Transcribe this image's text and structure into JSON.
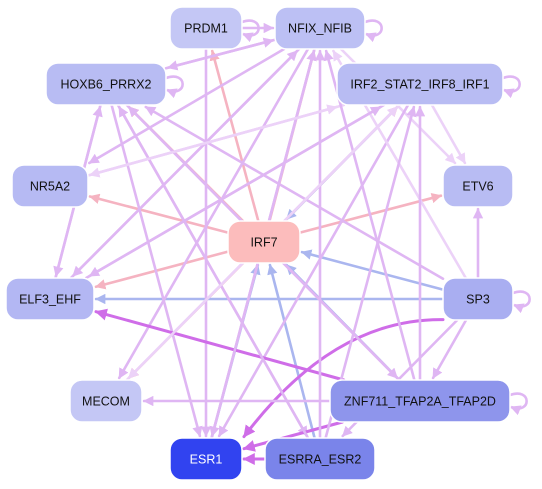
{
  "colors": {
    "pink_edge": "#f5b3c1",
    "violet_edge": "#dfb6f3",
    "lavender_edge": "#ecd2f8",
    "blue_edge": "#aab6ef",
    "magenta_edge": "#cf6de8",
    "node_stroke": "#ffffff"
  },
  "nodes": [
    {
      "id": "prdm1",
      "label": "PRDM1",
      "fill": "#c4c7f5",
      "text": "#111111"
    },
    {
      "id": "nfix",
      "label": "NFIX_NFIB",
      "fill": "#bcc0f4",
      "text": "#111111"
    },
    {
      "id": "hoxb6",
      "label": "HOXB6_PRRX2",
      "fill": "#b8bcf3",
      "text": "#111111"
    },
    {
      "id": "irf2",
      "label": "IRF2_STAT2_IRF8_IRF1",
      "fill": "#b8bcf3",
      "text": "#111111"
    },
    {
      "id": "nr5a2",
      "label": "NR5A2",
      "fill": "#b6baf3",
      "text": "#111111"
    },
    {
      "id": "etv6",
      "label": "ETV6",
      "fill": "#b8bcf3",
      "text": "#111111"
    },
    {
      "id": "irf7",
      "label": "IRF7",
      "fill": "#fcbcbc",
      "text": "#111111"
    },
    {
      "id": "elf3",
      "label": "ELF3_EHF",
      "fill": "#b3b7f3",
      "text": "#111111"
    },
    {
      "id": "sp3",
      "label": "SP3",
      "fill": "#a9aef1",
      "text": "#111111"
    },
    {
      "id": "mecom",
      "label": "MECOM",
      "fill": "#c4c7f5",
      "text": "#111111"
    },
    {
      "id": "znf711",
      "label": "ZNF711_TFAP2A_TFAP2D",
      "fill": "#8e95ec",
      "text": "#111111"
    },
    {
      "id": "esr1",
      "label": "ESR1",
      "fill": "#3143f0",
      "text": "#ffffff"
    },
    {
      "id": "esrra",
      "label": "ESRRA_ESR2",
      "fill": "#7a84ea",
      "text": "#111111"
    }
  ],
  "edges": [
    {
      "from": "irf7",
      "to": "prdm1",
      "color": "pink_edge"
    },
    {
      "from": "irf7",
      "to": "nfix",
      "color": "pink_edge"
    },
    {
      "from": "irf7",
      "to": "hoxb6",
      "color": "pink_edge"
    },
    {
      "from": "irf7",
      "to": "irf2",
      "color": "pink_edge"
    },
    {
      "from": "irf7",
      "to": "nr5a2",
      "color": "pink_edge"
    },
    {
      "from": "irf7",
      "to": "etv6",
      "color": "pink_edge"
    },
    {
      "from": "irf7",
      "to": "elf3",
      "color": "pink_edge"
    },
    {
      "from": "irf7",
      "to": "mecom",
      "color": "pink_edge"
    },
    {
      "from": "irf2",
      "to": "irf7",
      "color": "blue_edge"
    },
    {
      "from": "sp3",
      "to": "irf7",
      "color": "blue_edge"
    },
    {
      "from": "sp3",
      "to": "elf3",
      "color": "blue_edge"
    },
    {
      "from": "znf711",
      "to": "irf7",
      "color": "blue_edge"
    },
    {
      "from": "esr1",
      "to": "irf7",
      "color": "blue_edge"
    },
    {
      "from": "esrra",
      "to": "irf7",
      "color": "blue_edge"
    },
    {
      "from": "nfix",
      "to": "hoxb6",
      "color": "violet_edge"
    },
    {
      "from": "nfix",
      "to": "nr5a2",
      "color": "violet_edge"
    },
    {
      "from": "nfix",
      "to": "elf3",
      "color": "violet_edge"
    },
    {
      "from": "nfix",
      "to": "mecom",
      "color": "violet_edge"
    },
    {
      "from": "nfix",
      "to": "esr1",
      "color": "violet_edge"
    },
    {
      "from": "nfix",
      "to": "etv6",
      "color": "lavender_edge"
    },
    {
      "from": "hoxb6",
      "to": "nfix",
      "color": "violet_edge"
    },
    {
      "from": "hoxb6",
      "to": "esr1",
      "color": "violet_edge"
    },
    {
      "from": "hoxb6",
      "to": "esrra",
      "color": "violet_edge"
    },
    {
      "from": "hoxb6",
      "to": "znf711",
      "color": "violet_edge"
    },
    {
      "from": "hoxb6",
      "to": "elf3",
      "color": "violet_edge"
    },
    {
      "from": "irf2",
      "to": "nr5a2",
      "color": "lavender_edge"
    },
    {
      "from": "irf2",
      "to": "elf3",
      "color": "violet_edge"
    },
    {
      "from": "irf2",
      "to": "mecom",
      "color": "lavender_edge"
    },
    {
      "from": "irf2",
      "to": "esr1",
      "color": "violet_edge"
    },
    {
      "from": "irf2",
      "to": "etv6",
      "color": "lavender_edge"
    },
    {
      "from": "prdm1",
      "to": "esr1",
      "color": "violet_edge"
    },
    {
      "from": "prdm1",
      "to": "nfix",
      "color": "violet_edge"
    },
    {
      "from": "sp3",
      "to": "etv6",
      "color": "violet_edge"
    },
    {
      "from": "sp3",
      "to": "znf711",
      "color": "violet_edge"
    },
    {
      "from": "sp3",
      "to": "hoxb6",
      "color": "violet_edge"
    },
    {
      "from": "sp3",
      "to": "esrra",
      "color": "violet_edge"
    },
    {
      "from": "sp3",
      "to": "nfix",
      "color": "lavender_edge"
    },
    {
      "from": "sp3",
      "to": "esr1",
      "color": "magenta_edge",
      "curve": true
    },
    {
      "from": "znf711",
      "to": "elf3",
      "color": "magenta_edge"
    },
    {
      "from": "znf711",
      "to": "mecom",
      "color": "violet_edge"
    },
    {
      "from": "znf711",
      "to": "esr1",
      "color": "magenta_edge"
    },
    {
      "from": "znf711",
      "to": "irf2",
      "color": "violet_edge"
    },
    {
      "from": "znf711",
      "to": "nfix",
      "color": "violet_edge"
    },
    {
      "from": "znf711",
      "to": "hoxb6",
      "color": "violet_edge"
    },
    {
      "from": "esrra",
      "to": "esr1",
      "color": "magenta_edge"
    },
    {
      "from": "esrra",
      "to": "nfix",
      "color": "violet_edge"
    },
    {
      "from": "esrra",
      "to": "irf2",
      "color": "violet_edge"
    },
    {
      "from": "esrra",
      "to": "hoxb6",
      "color": "violet_edge"
    },
    {
      "from": "elf3",
      "to": "nfix",
      "color": "violet_edge"
    },
    {
      "from": "elf3",
      "to": "irf2",
      "color": "violet_edge"
    },
    {
      "from": "elf3",
      "to": "hoxb6",
      "color": "violet_edge"
    },
    {
      "from": "esr1",
      "to": "nfix",
      "color": "violet_edge"
    },
    {
      "from": "mecom",
      "to": "irf2",
      "color": "lavender_edge"
    },
    {
      "from": "nr5a2",
      "to": "irf2",
      "color": "lavender_edge"
    }
  ],
  "self_loops": [
    {
      "node": "prdm1",
      "color": "violet_edge"
    },
    {
      "node": "nfix",
      "color": "violet_edge"
    },
    {
      "node": "hoxb6",
      "color": "violet_edge"
    },
    {
      "node": "irf2",
      "color": "violet_edge"
    },
    {
      "node": "sp3",
      "color": "violet_edge"
    },
    {
      "node": "znf711",
      "color": "violet_edge"
    }
  ]
}
